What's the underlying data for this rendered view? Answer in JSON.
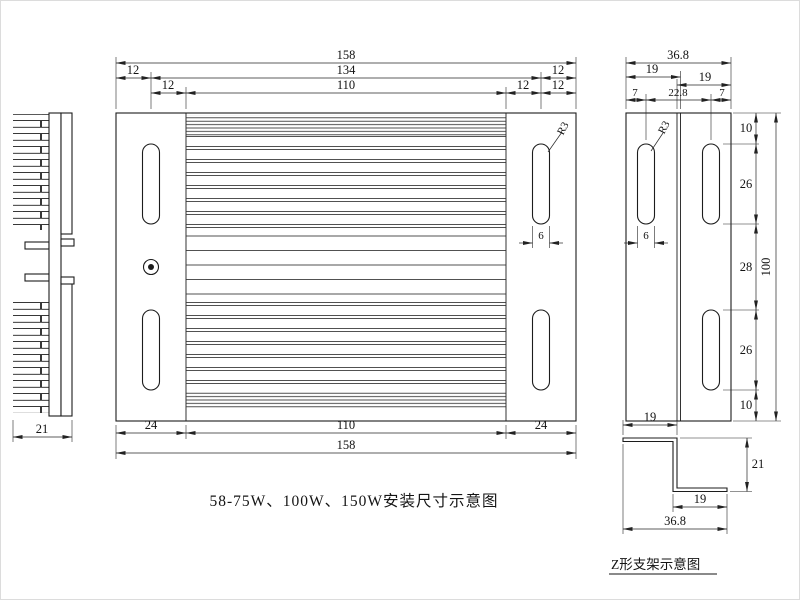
{
  "drawing": {
    "title": "58-75W、100W、150W安装尺寸示意图"
  },
  "profile_view": {
    "width": "21"
  },
  "main_view": {
    "overall_width_top": "158",
    "edge_to_slot_left": "12",
    "slot_span": "134",
    "slot_to_edge_right": "12",
    "slot_to_fin_left": "12",
    "fin_span_top": "110",
    "fin_to_slot_right": "12",
    "slot_to_edge_right_2": "12",
    "corner_radius": "R3",
    "slot_width": "6",
    "flange_left": "24",
    "fin_span_bottom": "110",
    "flange_right": "24",
    "overall_width_bottom": "158"
  },
  "side_view": {
    "overall_width": "36.8",
    "left_to_step": "19",
    "step_to_right": "19",
    "edge_to_slot_left": "7",
    "slot_to_slot": "22.8",
    "slot_to_edge_right": "7",
    "corner_radius": "R3",
    "slot_width": "6",
    "seg_top_10": "10",
    "seg_top_26": "26",
    "seg_mid_28": "28",
    "seg_bottom_26": "26",
    "seg_bottom_10": "10",
    "overall_height": "100"
  },
  "z_bracket": {
    "top_flange": "19",
    "height": "21",
    "bottom_flange": "19",
    "overall_width": "36.8",
    "label": "Z形支架示意图"
  }
}
